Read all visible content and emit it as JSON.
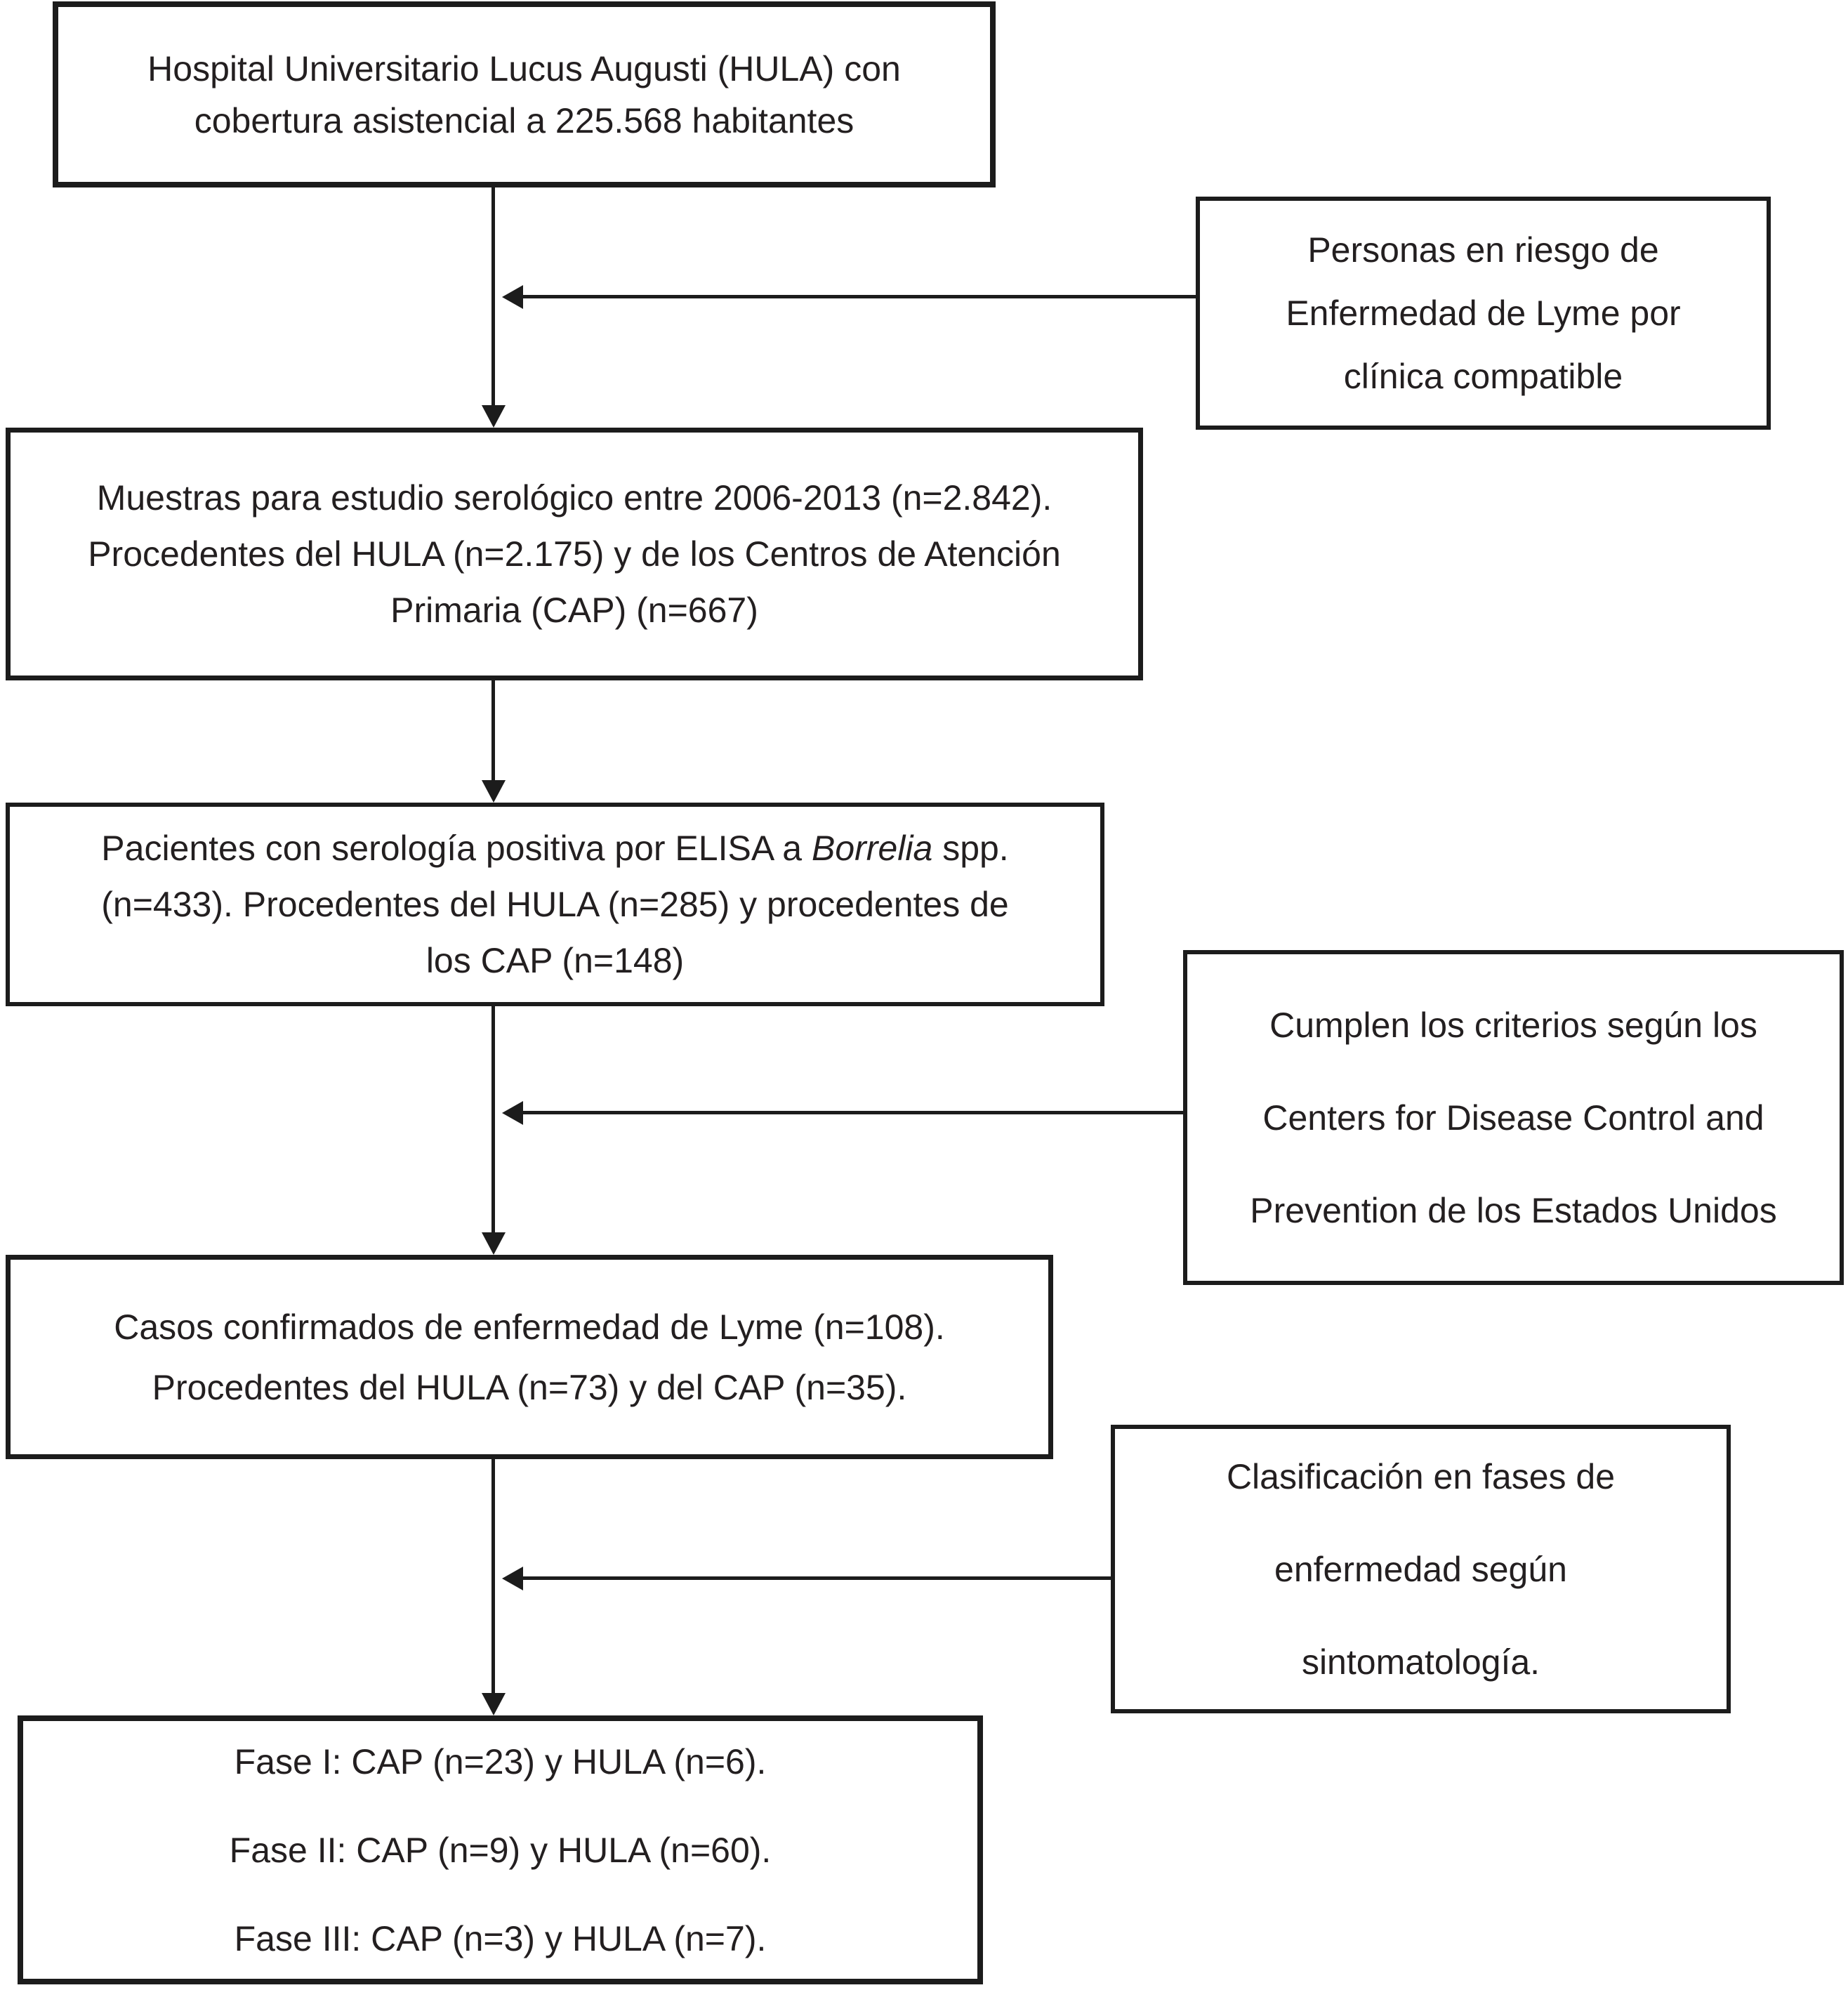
{
  "colors": {
    "line": "#1c1c1c",
    "text": "#231f20",
    "background": "#ffffff"
  },
  "flow": {
    "box_hospital": {
      "lines": [
        "Hospital Universitario Lucus Augusti (HULA) con",
        "cobertura asistencial a 225.568 habitantes"
      ]
    },
    "box_persons_at_risk": {
      "lines": [
        "Personas en riesgo de",
        "Enfermedad de Lyme por",
        "clínica compatible"
      ]
    },
    "box_samples": {
      "lines": [
        "Muestras para estudio serológico entre 2006-2013 (n=2.842).",
        "Procedentes del HULA (n=2.175) y de los Centros de Atención",
        "Primaria (CAP) (n=667)"
      ]
    },
    "box_elisa_positive": {
      "line1_pre": "Pacientes con serología positiva por ELISA a ",
      "line1_italic": "Borrelia",
      "line1_post": " spp.",
      "line2": "(n=433). Procedentes del HULA (n=285) y procedentes de",
      "line3": "los CAP (n=148)"
    },
    "box_cdc_criteria": {
      "lines": [
        "Cumplen los criterios según los",
        "Centers for Disease Control and",
        "Prevention de los Estados Unidos"
      ]
    },
    "box_confirmed_cases": {
      "lines": [
        "Casos confirmados de enfermedad de Lyme (n=108).",
        "Procedentes del HULA (n=73) y del CAP (n=35)."
      ]
    },
    "box_classification": {
      "lines": [
        "Clasificación en fases de",
        "enfermedad según",
        "sintomatología."
      ]
    },
    "box_phases": {
      "lines": [
        "Fase I: CAP (n=23) y HULA (n=6).",
        "Fase II: CAP (n=9) y HULA (n=60).",
        "Fase III: CAP (n=3) y HULA (n=7)."
      ]
    }
  }
}
